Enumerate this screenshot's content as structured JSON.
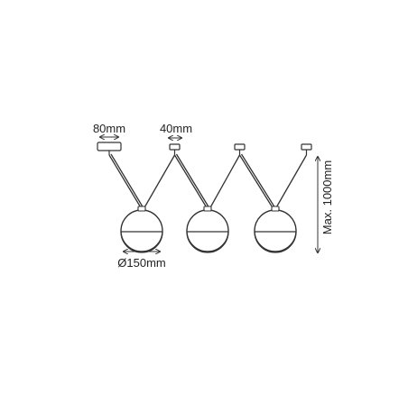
{
  "diagram": {
    "canopy_width_label": "80mm",
    "small_mount_label": "40mm",
    "shade_diameter_label": "Ø150mm",
    "max_height_label": "Max. 1000mm"
  },
  "colors": {
    "line": "#333333",
    "text": "#222222",
    "background": "#ffffff"
  },
  "icons": [
    "double-arrow-horizontal-icon",
    "double-arrow-vertical-icon"
  ]
}
